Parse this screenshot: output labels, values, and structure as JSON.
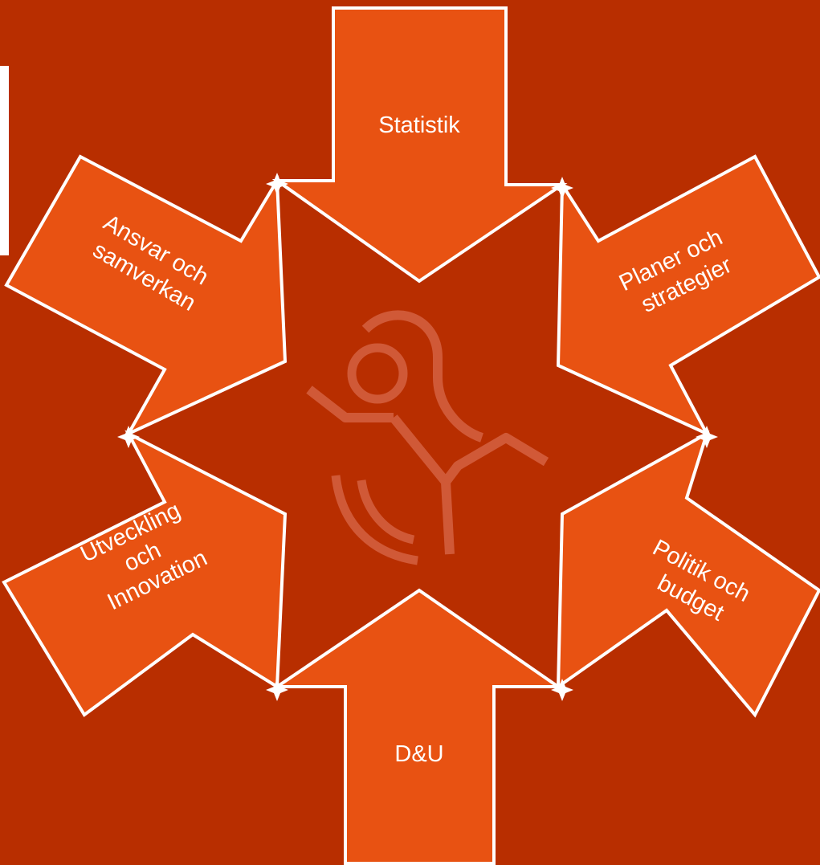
{
  "colors": {
    "background": "#b82e00",
    "arrow_fill": "#e85212",
    "arrow_outline": "#ffffff",
    "logo": "#d9684a"
  },
  "center_icon": "person-figure-logo-icon",
  "arrows": [
    {
      "id": "statistik",
      "lines": [
        "Statistik"
      ],
      "direction": "down"
    },
    {
      "id": "planer",
      "lines": [
        "Planer och",
        "strategier"
      ],
      "direction": "down-left"
    },
    {
      "id": "politik",
      "lines": [
        "Politik och",
        "budget"
      ],
      "direction": "up-left"
    },
    {
      "id": "du",
      "lines": [
        "D&U"
      ],
      "direction": "up"
    },
    {
      "id": "utveckling",
      "lines": [
        "Utveckling",
        "och",
        "Innovation"
      ],
      "direction": "up-right"
    },
    {
      "id": "ansvar",
      "lines": [
        "Ansvar och",
        "samverkan"
      ],
      "direction": "down-right"
    }
  ]
}
